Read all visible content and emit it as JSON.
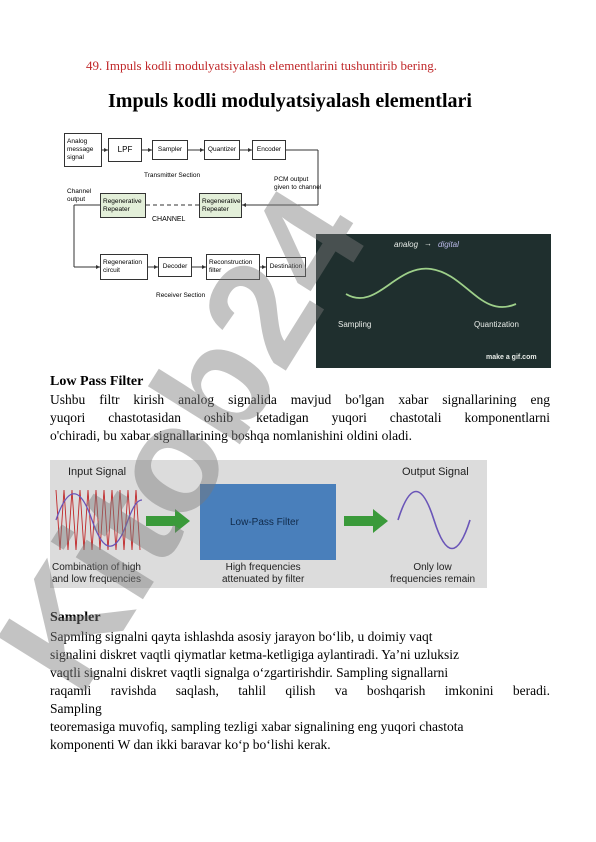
{
  "question": "49. Impuls kodli modulyatsiyalash elementlarini tushuntirib bering.",
  "figure_title": "Impuls kodli modulyatsiyalash elementlari",
  "block_diagram": {
    "analog_source": "Analog message signal",
    "lpf": "LPF",
    "sampler": "Sampler",
    "quantizer": "Quantizer",
    "encoder": "Encoder",
    "transmitter_section": "Transmitter Section",
    "pcm_output": "PCM output given to channel",
    "channel_output": "Channel output",
    "regen_repeater_left": "Regenerative Repeater",
    "channel": "CHANNEL",
    "regen_repeater_right": "Regenerative Repeater",
    "regeneration_circuit": "Regeneration circuit",
    "decoder": "Decoder",
    "reconstruction_filter": "Reconstruction filter",
    "destination": "Destination",
    "receiver_section": "Receiver Section"
  },
  "animation": {
    "analog_label": "analog",
    "arrow": "→",
    "digital_label": "digital",
    "sampling_label": "Sampling",
    "quantization_label": "Quantization",
    "credit": "make a gif.com"
  },
  "low_pass": {
    "heading": "Low Pass Filter",
    "lines": [
      "Ushbu filtr kirish analog signalida mavjud bo'lgan xabar signallarining eng",
      "yuqori chastotasidan oshib ketadigan yuqori chastotali komponentlarni",
      "o'chiradi, bu xabar signallarining boshqa nomlanishini oldini oladi."
    ]
  },
  "filter_figure": {
    "input_title": "Input Signal",
    "output_title": "Output Signal",
    "filter_label": "Low-Pass Filter",
    "input_caption": "Combination of high\nand low frequencies",
    "filter_caption": "High frequencies\nattenuated by filter",
    "output_caption": "Only low\nfrequencies remain"
  },
  "sampler": {
    "heading": "Sampler",
    "lines": [
      "Sapmling signalni qayta ishlashda asosiy jarayon bo‘lib, u doimiy vaqt",
      "signalini diskret vaqtli qiymatlar ketma-ketligiga aylantiradi. Ya’ni uzluksiz",
      "vaqtli signalni diskret vaqtli signalga o‘zgartirishdir. Sampling signallarni",
      "raqamli ravishda saqlash, tahlil qilish va boshqarish imkonini beradi.",
      "Sampling",
      "teoremasiga muvofiq, sampling tezligi xabar signalining eng yuqori chastota",
      "komponenti W dan ikki baravar ko‘p bo‘lishi kerak."
    ]
  },
  "watermark": "Kitob24",
  "colors": {
    "question": "#c0282a",
    "watermark": "#7a7a7a",
    "watermark_accent": "#9b7fd1",
    "filter_box": "#2f6fb5",
    "arrow": "#3a9a3a"
  }
}
